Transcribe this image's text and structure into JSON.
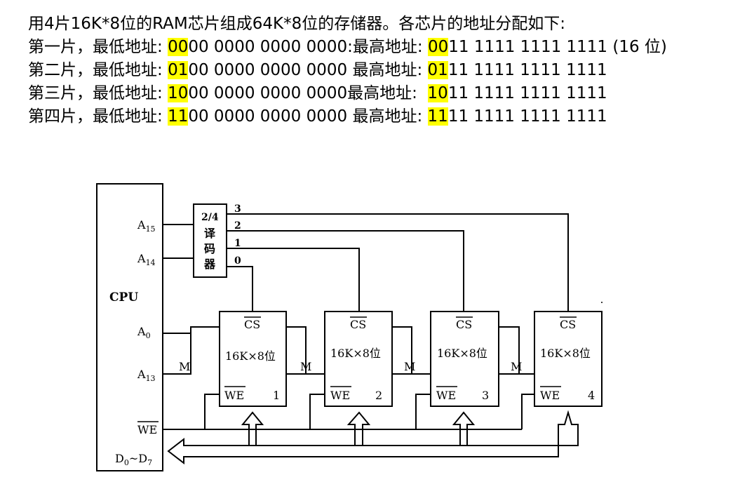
{
  "intro": "用4片16K*8位的RAM芯片组成64K*8位的存储器。各芯片的地址分配如下:",
  "rows": [
    {
      "prefix": "第一片，最低地址: ",
      "low_hl": "00",
      "low_rest": "00 0000 0000 0000",
      "mid": ":最高地址: ",
      "high_hl": "00",
      "high_rest": "11 1111 1111 1111",
      "suffix": " (16 位)"
    },
    {
      "prefix": "第二片，最低地址: ",
      "low_hl": "01",
      "low_rest": "00 0000 0000 0000",
      "mid": " 最高地址: ",
      "high_hl": "01",
      "high_rest": "11 1111 1111 1111",
      "suffix": ""
    },
    {
      "prefix": "第三片，最低地址: ",
      "low_hl": "10",
      "low_rest": "00 0000 0000 0000",
      "mid": "最高地址:  ",
      "high_hl": "10",
      "high_rest": "11 1111 1111 1111",
      "suffix": ""
    },
    {
      "prefix": "第四片，最低地址: ",
      "low_hl": "11",
      "low_rest": "00 0000 0000 0000",
      "mid": " 最高地址: ",
      "high_hl": "11",
      "high_rest": "11 1111 1111 1111",
      "suffix": ""
    }
  ],
  "highlight_color": "#ffff00",
  "diagram": {
    "cpu_label": "CPU",
    "pins": {
      "a15": "A",
      "a15_sub": "15",
      "a14": "A",
      "a14_sub": "14",
      "a0": "A",
      "a0_sub": "0",
      "a13": "A",
      "a13_sub": "13",
      "we": "WE",
      "d_main": "D",
      "d0_sub": "0",
      "d_tilde": "~D",
      "d7_sub": "7"
    },
    "decoder": {
      "line1": "2/4",
      "line2": "译",
      "line3": "码",
      "line4": "器",
      "outputs": [
        "3",
        "2",
        "1",
        "0"
      ]
    },
    "chips": [
      {
        "cs": "CS",
        "size": "16K×8位",
        "we": "WE",
        "num": "1"
      },
      {
        "cs": "CS",
        "size": "16K×8位",
        "we": "WE",
        "num": "2"
      },
      {
        "cs": "CS",
        "size": "16K×8位",
        "we": "WE",
        "num": "3"
      },
      {
        "cs": "CS",
        "size": "16K×8位",
        "we": "WE",
        "num": "4"
      }
    ],
    "bus_label": "M"
  }
}
